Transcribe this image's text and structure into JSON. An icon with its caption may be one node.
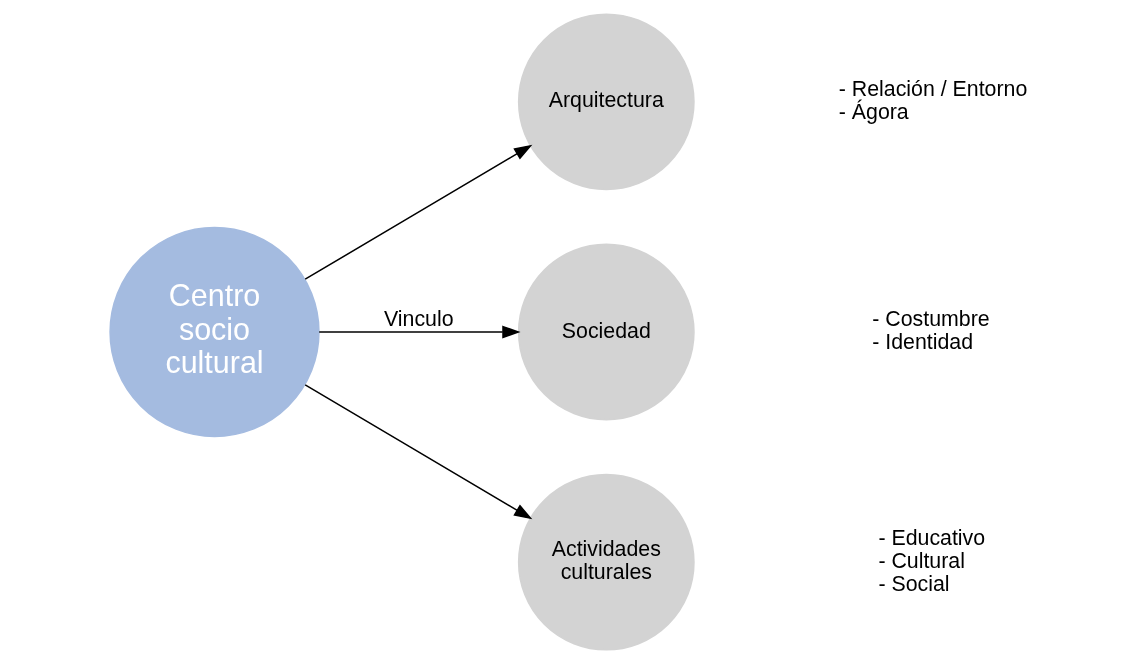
{
  "diagram": {
    "nodes": [
      {
        "text": [
          "Centro socio cultural"
        ]
      },
      {
        "text": [
          "Arquitectura"
        ],
        "beside": [
          "- Relación / Entorno",
          "- Ágora"
        ]
      },
      {
        "text": [
          "Sociedad"
        ],
        "beside": [
          "- Costumbre",
          "- Identidad"
        ]
      },
      {
        "text": [
          "Actividades culturales"
        ],
        "beside": [
          "- Educativo",
          "- Cultural",
          "- Social"
        ]
      }
    ],
    "edges": [
      {
        "from": 0,
        "to": 1,
        "arrow": "to"
      },
      {
        "from": 0,
        "to": 2,
        "arrow": "to",
        "label": "Vinculo"
      },
      {
        "from": 0,
        "to": 3,
        "arrow": "to"
      }
    ]
  }
}
